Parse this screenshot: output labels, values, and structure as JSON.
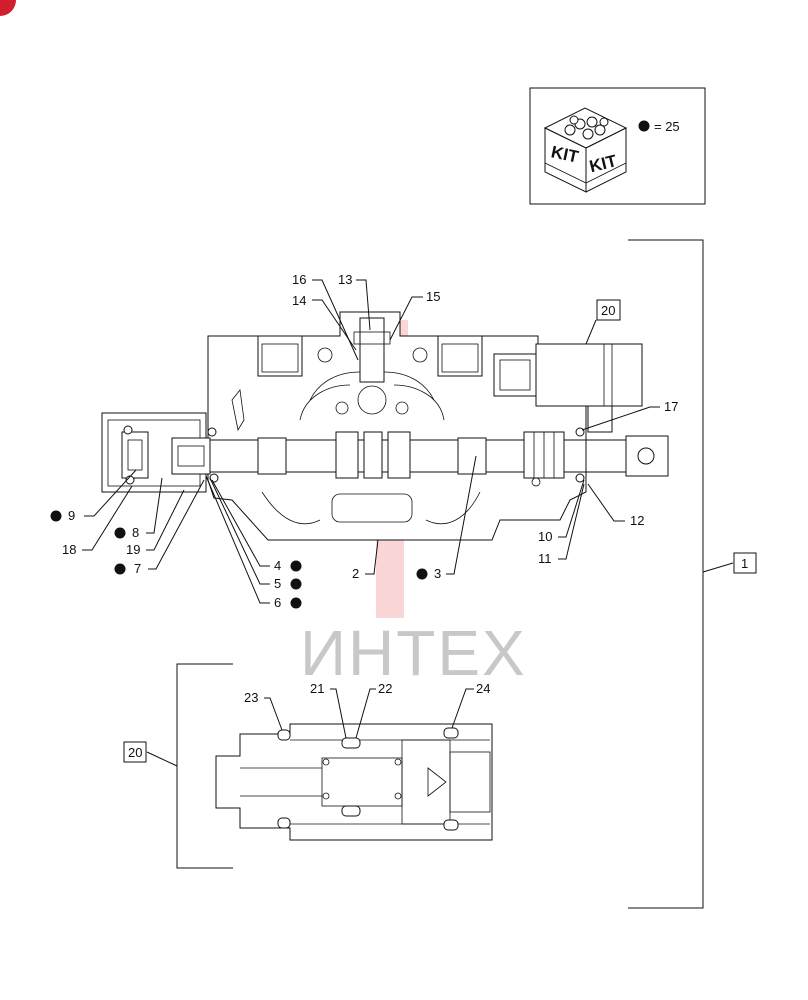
{
  "kit_box": {
    "kit_word_left": "KIT",
    "kit_word_right": "KIT",
    "legend_text": "= 25"
  },
  "watermark": {
    "text": "ИНТЕХ",
    "color": "#f04848"
  },
  "callouts": {
    "c1": "1",
    "c2": "2",
    "c3": "3",
    "c4": "4",
    "c5": "5",
    "c6": "6",
    "c7": "7",
    "c8": "8",
    "c9": "9",
    "c10": "10",
    "c11": "11",
    "c12": "12",
    "c13": "13",
    "c14": "14",
    "c15": "15",
    "c16": "16",
    "c17": "17",
    "c18": "18",
    "c19": "19",
    "c20a": "20",
    "c20b": "20",
    "c21": "21",
    "c22": "22",
    "c23": "23",
    "c24": "24"
  },
  "colors": {
    "line": "#111111",
    "watermark_gear": "#f04848",
    "watermark_text": "#c8c8c8",
    "corner_badge": "#d21f2e"
  }
}
